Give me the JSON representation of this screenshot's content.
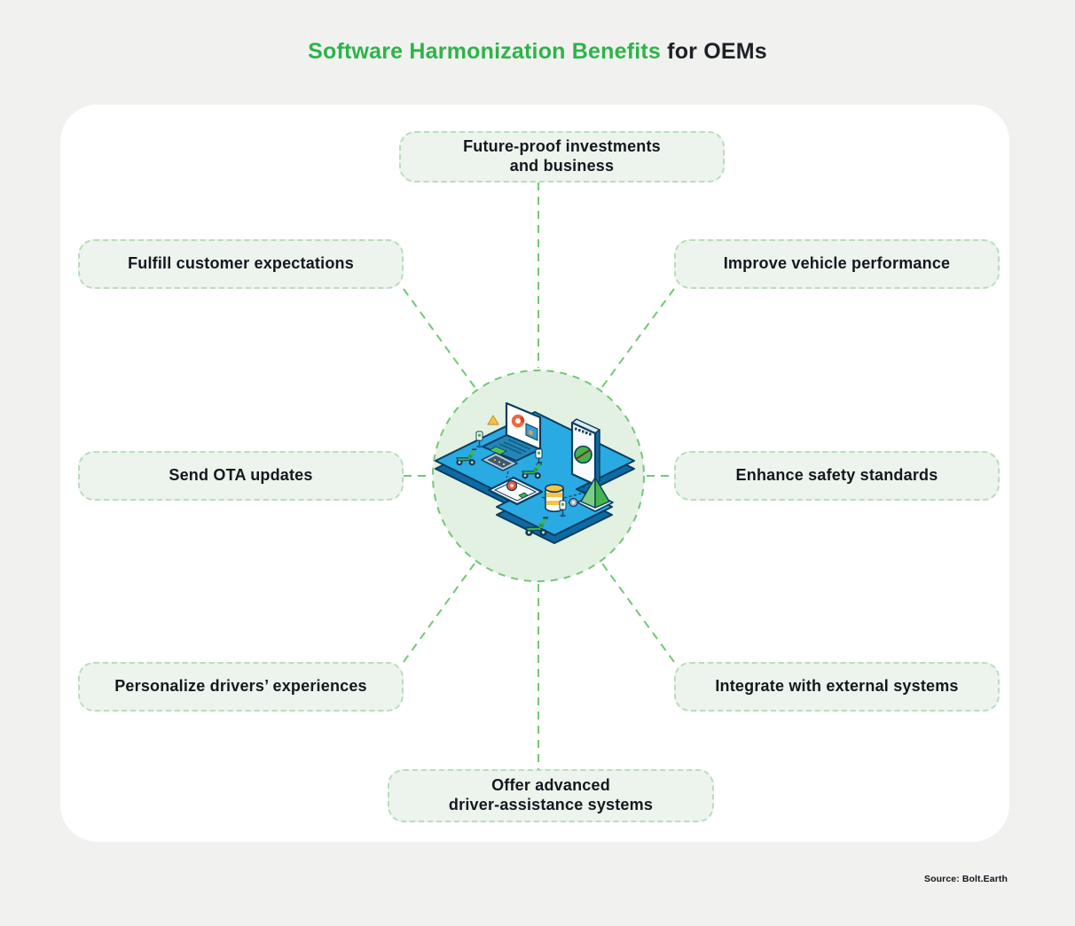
{
  "title": {
    "highlight": "Software Harmonization Benefits",
    "suffix": " for OEMs"
  },
  "benefits": [
    {
      "id": "future-proof",
      "label": "Future-proof investments\nand business"
    },
    {
      "id": "fulfill-customer",
      "label": "Fulfill customer expectations"
    },
    {
      "id": "improve-performance",
      "label": "Improve vehicle performance"
    },
    {
      "id": "send-ota",
      "label": "Send OTA updates"
    },
    {
      "id": "enhance-safety",
      "label": "Enhance safety standards"
    },
    {
      "id": "personalize-drivers",
      "label": "Personalize drivers’ experiences"
    },
    {
      "id": "integrate-external",
      "label": "Integrate with external systems"
    },
    {
      "id": "offer-adas",
      "label": "Offer advanced\ndriver-assistance systems"
    }
  ],
  "source": "Source: Bolt.Earth",
  "illustration": {
    "items": [
      "laptop-icon",
      "smartphone-icon",
      "tablet-icon",
      "database-icon",
      "pyramid-icon",
      "scooter-icon",
      "charging-station-icon",
      "keypad-icon",
      "warning-triangle-icon",
      "gear-icon"
    ]
  },
  "colors": {
    "accent_green": "#2eb34a",
    "connector_green": "#74c678",
    "box_fill": "#edf4ee",
    "box_border": "#badcbc",
    "circle_fill": "#e3f1e3",
    "platform_blue": "#29aae2",
    "platform_side": "#0d6aa3",
    "outline_navy": "#0c3c5e",
    "text_dark": "#1d2126",
    "page_bg": "#f1f2f0",
    "card_bg": "#ffffff"
  }
}
